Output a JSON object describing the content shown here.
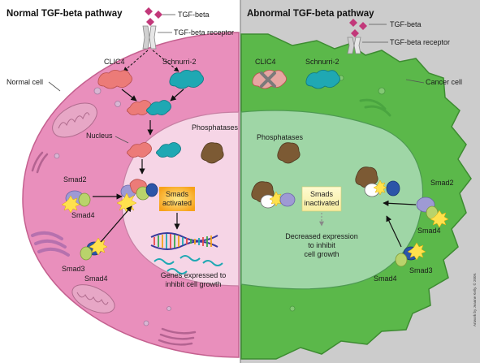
{
  "left": {
    "title": "Normal TGF-beta pathway",
    "ligand_label": "TGF-beta",
    "receptor_label": "TGF-beta receptor",
    "cell_label": "Normal cell",
    "clic4_label": "CLIC4",
    "schnurri_label": "Schnurri-2",
    "nucleus_label": "Nucleus",
    "phosphatases_label": "Phosphatases",
    "smad2_label": "Smad2",
    "smad4_label": "Smad4",
    "smad3_label": "Smad3",
    "smad4b_label": "Smad4",
    "smads_line1": "Smads",
    "smads_line2": "activated",
    "genes_line1": "Genes expressed to",
    "genes_line2": "inhibit cell growth"
  },
  "right": {
    "title": "Abnormal TGF-beta pathway",
    "ligand_label": "TGF-beta",
    "receptor_label": "TGF-beta receptor",
    "cell_label": "Cancer cell",
    "clic4_label": "CLIC4",
    "schnurri_label": "Schnurri-2",
    "phosphatases_label": "Phosphatases",
    "smads_line1": "Smads",
    "smads_line2": "inactivated",
    "decreased_line1": "Decreased expression",
    "decreased_line2": "to inhibit",
    "decreased_line3": "cell growth",
    "smad2_label": "Smad2",
    "smad4_label": "Smad4",
    "smad3_label": "Smad3",
    "smad4b_label": "Smad4"
  },
  "credit": "Artwork by Jeanne Kelly. © 2009.",
  "colors": {
    "normal_cell": "#e98fbc",
    "normal_nucleus": "#f6d5e6",
    "cancer_cell": "#5bb84a",
    "cancer_nucleus": "#9fd6a6",
    "clic4": "#ec7b78",
    "schnurri": "#1fa8b3",
    "phosphatase": "#7c5a34",
    "tgf_beta": "#c2387a"
  }
}
